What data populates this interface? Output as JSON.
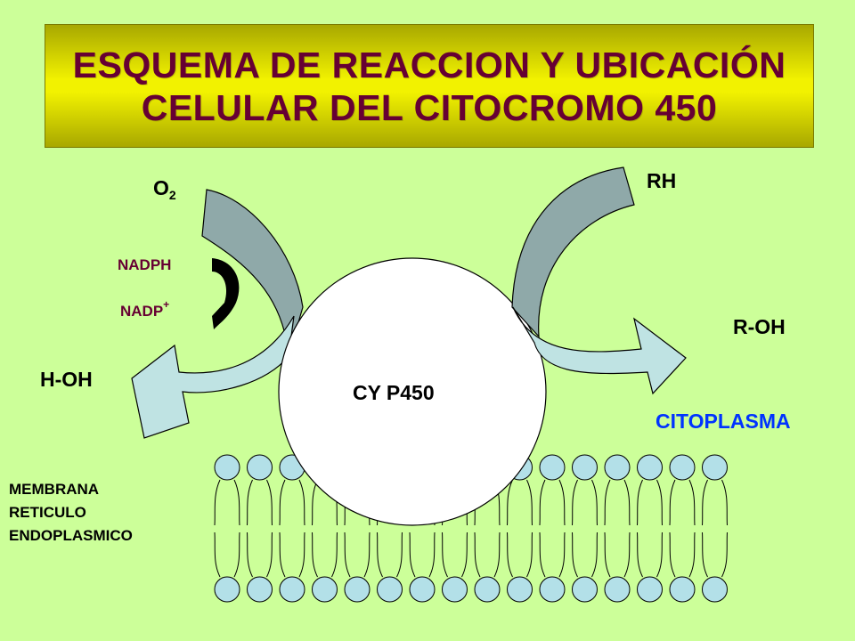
{
  "title": {
    "line1": "ESQUEMA DE REACCION  Y UBICACIÓN",
    "line2": "CELULAR DEL CITOCROMO 450"
  },
  "labels": {
    "o2_main": "O",
    "o2_sub": "2",
    "rh": "RH",
    "nadph": "NADPH",
    "nadp_main": "NADP",
    "nadp_sup": "+",
    "r_oh": "R-OH",
    "h_oh": "H-OH",
    "enzyme": "CY P450",
    "cytoplasm": "CITOPLASMA",
    "membrane_line1": "MEMBRANA",
    "membrane_line2": "RETICULO",
    "membrane_line3": "ENDOPLASMICO"
  },
  "colors": {
    "background": "#ccff99",
    "title_text": "#660033",
    "arrow_dark": "#8fa9a9",
    "arrow_light": "#bfe3e3",
    "cytoplasm_text": "#0033ff",
    "lipid_head": "#b3e0e8"
  }
}
